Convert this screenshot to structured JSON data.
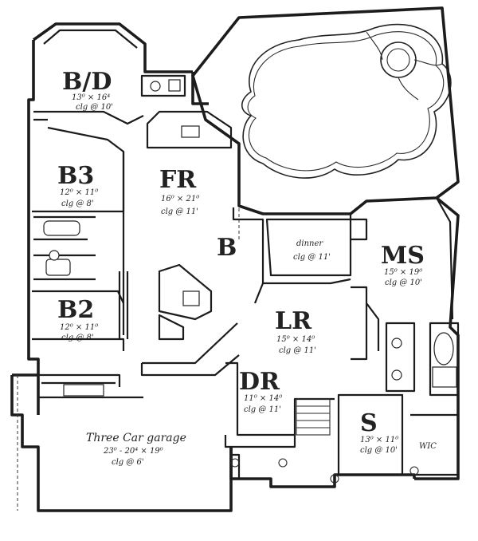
{
  "rooms": [
    {
      "id": "bd",
      "name": "B/D",
      "size": "13⁰ × 16⁴",
      "ceiling": "clg @ 10'"
    },
    {
      "id": "b3",
      "name": "B3",
      "size": "12⁰ × 11⁰",
      "ceiling": "clg @ 8'"
    },
    {
      "id": "fr",
      "name": "FR",
      "size": "16⁰ × 21⁰",
      "ceiling": "clg @ 11'"
    },
    {
      "id": "b",
      "name": "B",
      "size": "",
      "ceiling": ""
    },
    {
      "id": "dinner",
      "name": "",
      "size": "dinner",
      "ceiling": "clg @ 11'"
    },
    {
      "id": "ms",
      "name": "MS",
      "size": "15⁰ × 19⁰",
      "ceiling": "clg @ 10'"
    },
    {
      "id": "b2",
      "name": "B2",
      "size": "12⁰ × 11⁰",
      "ceiling": "clg @ 8'"
    },
    {
      "id": "lr",
      "name": "LR",
      "size": "15⁰ × 14⁰",
      "ceiling": "clg @ 11'"
    },
    {
      "id": "dr",
      "name": "DR",
      "size": "11⁰ × 14⁰",
      "ceiling": "clg @ 11'"
    },
    {
      "id": "s",
      "name": "S",
      "size": "13⁰ × 11⁰",
      "ceiling": "clg @ 10'"
    },
    {
      "id": "wic",
      "name": "",
      "size": "WIC",
      "ceiling": ""
    },
    {
      "id": "garage",
      "name": "",
      "size": "Three Car garage",
      "ceiling": "23⁰ - 20⁴ × 19⁰",
      "extra": "clg @ 6'"
    }
  ]
}
